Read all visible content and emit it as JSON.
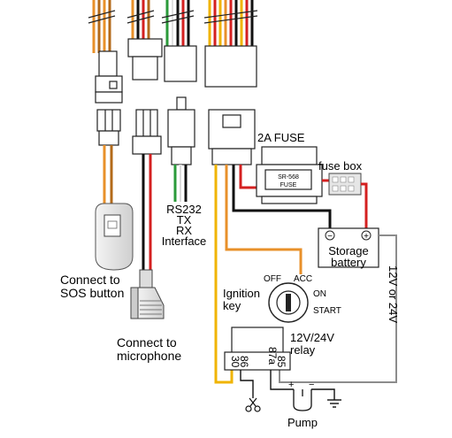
{
  "labels": {
    "sos": [
      "Connect to",
      "SOS button"
    ],
    "microphone": [
      "Connect to",
      "microphone"
    ],
    "rs232": [
      "RS232",
      "TX",
      "RX",
      "Interface"
    ],
    "fuse_title": "2A FUSE",
    "fuse_body": [
      "SR-568",
      "FUSE"
    ],
    "fuse_box": "fuse box",
    "battery": [
      "Storage",
      "battery"
    ],
    "battery_neg": "−",
    "battery_pos": "+",
    "voltage": "12V or 24V",
    "ignition": [
      "Ignition",
      "key"
    ],
    "ign_off": "OFF",
    "ign_acc": "ACC",
    "ign_on": "ON",
    "ign_start": "START",
    "relay": [
      "12V/24V",
      "relay"
    ],
    "relay_pins": [
      "30",
      "86",
      "87a",
      "85"
    ],
    "pump_neg": "−",
    "pump_pos": "+",
    "pump": "Pump"
  },
  "colors": {
    "wire_red": "#d42020",
    "wire_orange": "#e8902a",
    "wire_black": "#111111",
    "wire_green": "#2a9a3a",
    "wire_yellow": "#f0b400",
    "wire_gray": "#8c8c8c",
    "wire_white": "#ffffff",
    "component_fill": "#ffffff",
    "component_stroke": "#222222"
  }
}
